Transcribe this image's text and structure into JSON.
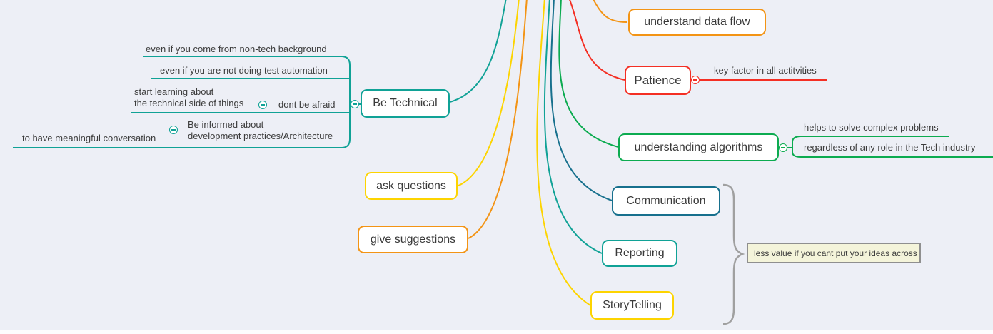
{
  "colors": {
    "background": "#edeff6",
    "teal": "#10a296",
    "dark_teal": "#17708d",
    "yellow": "#fdd400",
    "orange": "#f39415",
    "red": "#f42f24",
    "green": "#0cab50",
    "brace_gray": "#a0a0a0",
    "note_bg": "#f4f4da",
    "note_border": "#8f8f8f",
    "node_bg": "#ffffff",
    "text": "#3c3c3c"
  },
  "nodes": {
    "be_technical": {
      "label": "Be Technical"
    },
    "ask_questions": {
      "label": "ask questions"
    },
    "give_suggestions": {
      "label": "give suggestions"
    },
    "understand_data_flow": {
      "label": "understand data flow"
    },
    "patience": {
      "label": "Patience"
    },
    "understanding_algorithms": {
      "label": "understanding algorithms"
    },
    "communication": {
      "label": "Communication"
    },
    "reporting": {
      "label": "Reporting"
    },
    "storytelling": {
      "label": "StoryTelling"
    }
  },
  "be_technical_children": {
    "non_tech_background": "even if you come from non-tech background",
    "test_automation": "even if you are not doing test automation",
    "dont_be_afraid": "dont be afraid",
    "start_learning_line1": "start learning about",
    "start_learning_line2": "the technical side of things",
    "be_informed_line1": "Be informed about",
    "be_informed_line2": "development practices/Architecture",
    "meaningful_conversation": "to have meaningful conversation"
  },
  "patience_children": {
    "key_factor": "key factor in all actitvities"
  },
  "understanding_algorithms_children": {
    "complex_problems": "helps to solve complex problems",
    "any_role": "regardless of any role in the Tech industry"
  },
  "summary_note": {
    "text": "less value if you cant put your ideas across"
  }
}
